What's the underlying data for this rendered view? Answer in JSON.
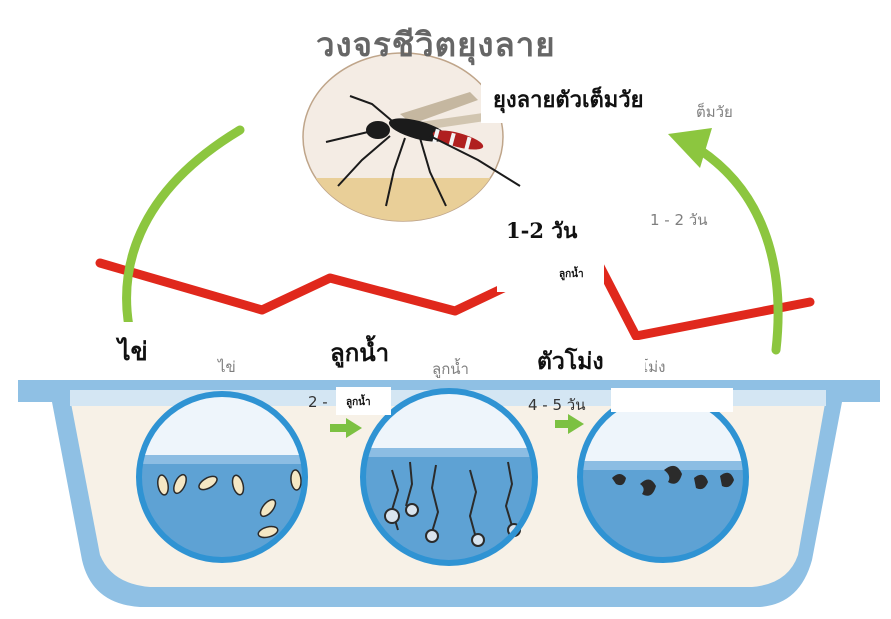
{
  "title": "วงจรชีวิตยุงลาย",
  "stages": {
    "adult": {
      "label": "ยุงลายตัวเต็มวัย",
      "faint_label": "ต็มวัย"
    },
    "egg": {
      "label": "ไข่",
      "faint_label": "ไข่"
    },
    "larva": {
      "label": "ลูกน้ำ",
      "faint_label": "ลูกน้ำ"
    },
    "pupa": {
      "label": "ตัวโม่ง",
      "faint_label": "ตัวโม่ง"
    }
  },
  "durations": {
    "pupa_to_adult": {
      "label": "1-2  วัน",
      "sub_label": "ลูกน้ำ",
      "faint_label": "1 - 2 วัน"
    },
    "egg_to_larva": {
      "prefix": "2 -",
      "sub_label": "ลูกน้ำ"
    },
    "larva_to_pupa": {
      "label": "4 - 5 วัน"
    }
  },
  "colors": {
    "cycle_arrow": "#8cc63f",
    "water_line": "#e0281c",
    "water": "#5ea2d4",
    "water_light": "#b8d6ec",
    "basin": "#8fc0e4",
    "circle_border": "#2f93d3",
    "stage_arrow": "#7cc142"
  },
  "icons": [
    "mosquito-icon",
    "egg-icon",
    "larva-icon",
    "pupa-icon",
    "arrow-icon"
  ]
}
